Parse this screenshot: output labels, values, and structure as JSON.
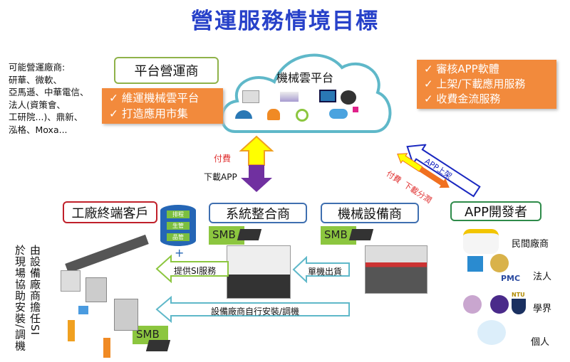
{
  "title": "營運服務情境目標",
  "left_note": [
    "可能營運廠商:",
    "研華、微軟、",
    "亞馬遜、中華電信、",
    "法人(資策會、",
    "工研院...)、鼎新、",
    "泓格、Moxa..."
  ],
  "platform_operator": {
    "label": "平台營運商",
    "tasks": [
      "✓ 維運機械雲平台",
      "✓ 打造應用市集"
    ]
  },
  "cloud": {
    "label": "機械雲平台"
  },
  "store_tasks": [
    "✓ 審核APP軟體",
    "✓ 上架/下載應用服務",
    "✓ 收費金流服務"
  ],
  "arrows": {
    "pay": "付費",
    "download_app": "下載APP",
    "app_publish": "APP上架",
    "pay_share": "付費  下載分潤",
    "si_service": "提供SI服務",
    "single_ship": "單機出貨",
    "self_install": "設備廠商自行安裝/調機"
  },
  "roles": {
    "factory": "工廠終端客戶",
    "si": "系統整合商",
    "machine": "機械設備商",
    "developer": "APP開發者"
  },
  "db_labels": [
    "排程",
    "生管",
    "品管"
  ],
  "smb": "SMB",
  "vertical_note": [
    "由設備廠商擔任SI",
    "於現場協助安裝/調機"
  ],
  "developers": [
    "民間廠商",
    "法人",
    "學界",
    "個人"
  ],
  "logo_text": {
    "pmc": "PMC",
    "ntu": "NTU"
  },
  "colors": {
    "title": "#2741c9",
    "orange": "#f28a3c",
    "smb": "#8cc63f"
  }
}
